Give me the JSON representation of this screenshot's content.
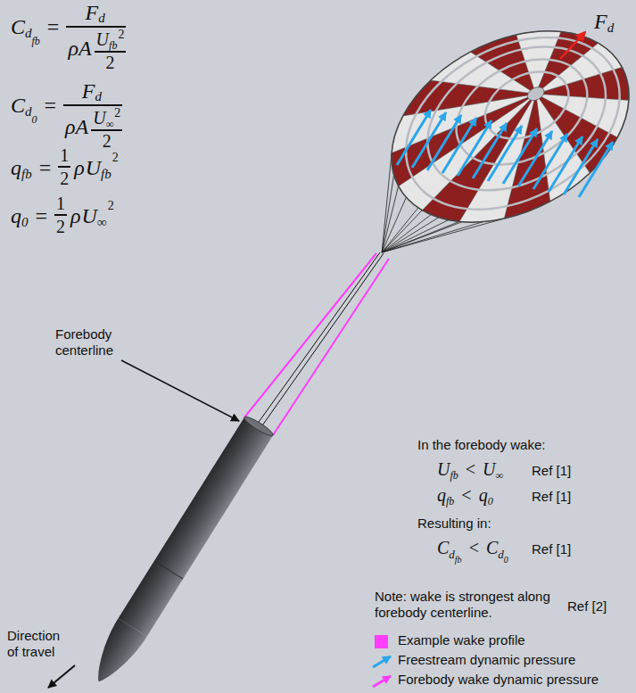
{
  "diagram": {
    "labels": [
      "C",
      "d",
      "fb",
      "=",
      "F",
      "d",
      "ρA",
      "U",
      "fb",
      "2",
      "2",
      "C",
      "d",
      "0",
      "=",
      "F",
      "d",
      "ρA",
      "U",
      "∞",
      "2",
      "2",
      "q",
      "fb",
      "=",
      "1",
      "2",
      "ρ",
      "U",
      "fb",
      "2",
      "q",
      "0",
      "=",
      "1",
      "2",
      "ρ",
      "U",
      "∞",
      "2",
      "F",
      "d",
      "In the forebody wake:",
      "U",
      "fb",
      "<",
      "U",
      "∞",
      "Ref [1]",
      "q",
      "fb",
      "<",
      "q",
      "0",
      "Ref [1]",
      "Resulting in:",
      "C",
      "d",
      "fb",
      "<",
      "C",
      "d",
      "0",
      "Ref [1]",
      "Note: wake is strongest along forebody centerline.",
      "Ref [2]",
      "Forebody centerline",
      "Direction of travel"
    ],
    "legend": [
      {
        "text": "Example wake profile",
        "color": "#ff3dff"
      },
      {
        "text": "Freestream dynamic pressure"
      },
      {
        "text": "Forebody wake dynamic pressure"
      }
    ]
  }
}
